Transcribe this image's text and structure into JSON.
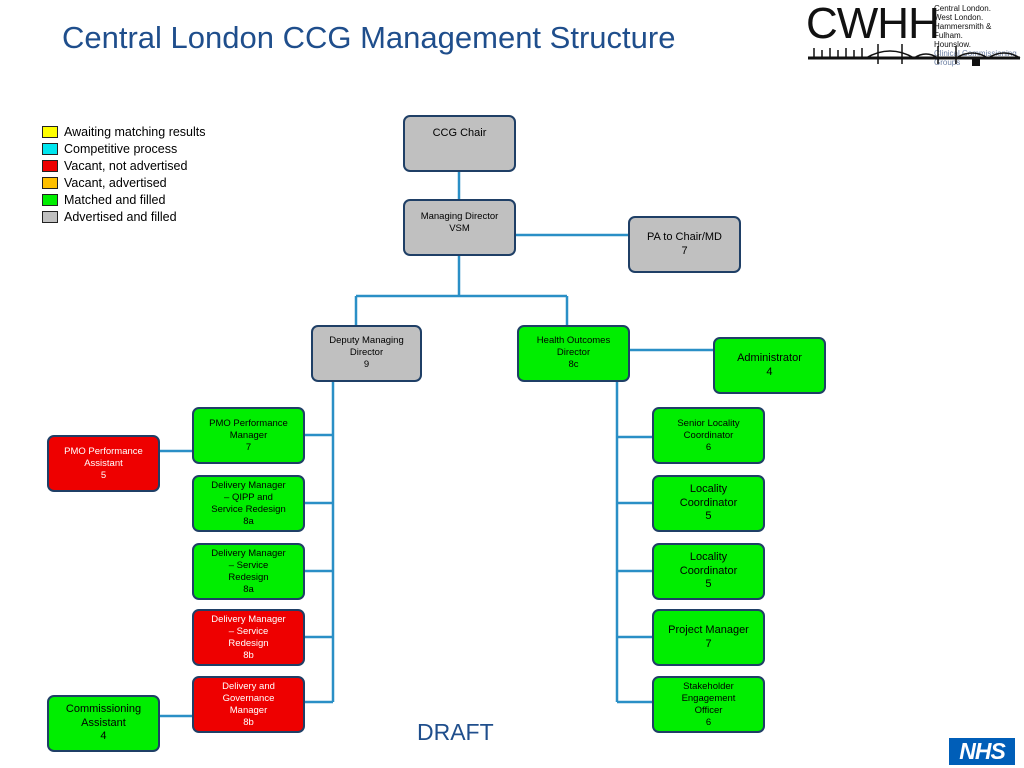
{
  "title": "Central London CCG Management Structure",
  "logo": {
    "wordmark": "CWHH",
    "lines": [
      "Central London.",
      "West London.",
      "Hammersmith & Fulham.",
      "Hounslow."
    ],
    "subtitle": "Clinical Commissioning Groups"
  },
  "legend": [
    {
      "label": "Awaiting matching results",
      "color": "#ffff00"
    },
    {
      "label": "Competitive process",
      "color": "#00e5ee"
    },
    {
      "label": "Vacant, not advertised",
      "color": "#ee0000"
    },
    {
      "label": "Vacant, advertised",
      "color": "#ffc000"
    },
    {
      "label": "Matched and filled",
      "color": "#00ee00"
    },
    {
      "label": "Advertised and filled",
      "color": "#c0c0c0"
    }
  ],
  "nodes": {
    "ccg_chair": {
      "text": "CCG Chair",
      "status": "gray"
    },
    "managing_director": {
      "text": "Managing Director\nVSM",
      "status": "gray"
    },
    "pa_chair_md": {
      "text": "PA to Chair/MD\n7",
      "status": "gray"
    },
    "deputy_md": {
      "text": "Deputy Managing\nDirector\n9",
      "status": "gray"
    },
    "health_outcomes": {
      "text": "Health Outcomes\nDirector\n8c",
      "status": "green"
    },
    "administrator": {
      "text": "Administrator\n4",
      "status": "green"
    },
    "pmo_manager": {
      "text": "PMO Performance\nManager\n7",
      "status": "green"
    },
    "pmo_assistant": {
      "text": "PMO Performance\nAssistant\n5",
      "status": "red"
    },
    "dm_qipp": {
      "text": "Delivery Manager\n– QIPP and\nService Redesign\n8a",
      "status": "green"
    },
    "dm_redesign_8a": {
      "text": "Delivery Manager\n– Service\nRedesign\n8a",
      "status": "green"
    },
    "dm_redesign_8b": {
      "text": "Delivery Manager\n– Service\nRedesign\n8b",
      "status": "red"
    },
    "delivery_governance": {
      "text": "Delivery and\nGovernance\nManager\n8b",
      "status": "red"
    },
    "commissioning_assistant": {
      "text": "Commissioning\nAssistant\n4",
      "status": "green"
    },
    "senior_locality": {
      "text": "Senior Locality\nCoordinator\n6",
      "status": "green"
    },
    "locality_1": {
      "text": "Locality\nCoordinator\n5",
      "status": "green"
    },
    "locality_2": {
      "text": "Locality\nCoordinator\n5",
      "status": "green"
    },
    "project_manager": {
      "text": "Project Manager\n7",
      "status": "green"
    },
    "stakeholder": {
      "text": "Stakeholder\nEngagement\nOfficer\n6",
      "status": "green"
    }
  },
  "draft_label": "DRAFT",
  "nhs_logo": "NHS"
}
